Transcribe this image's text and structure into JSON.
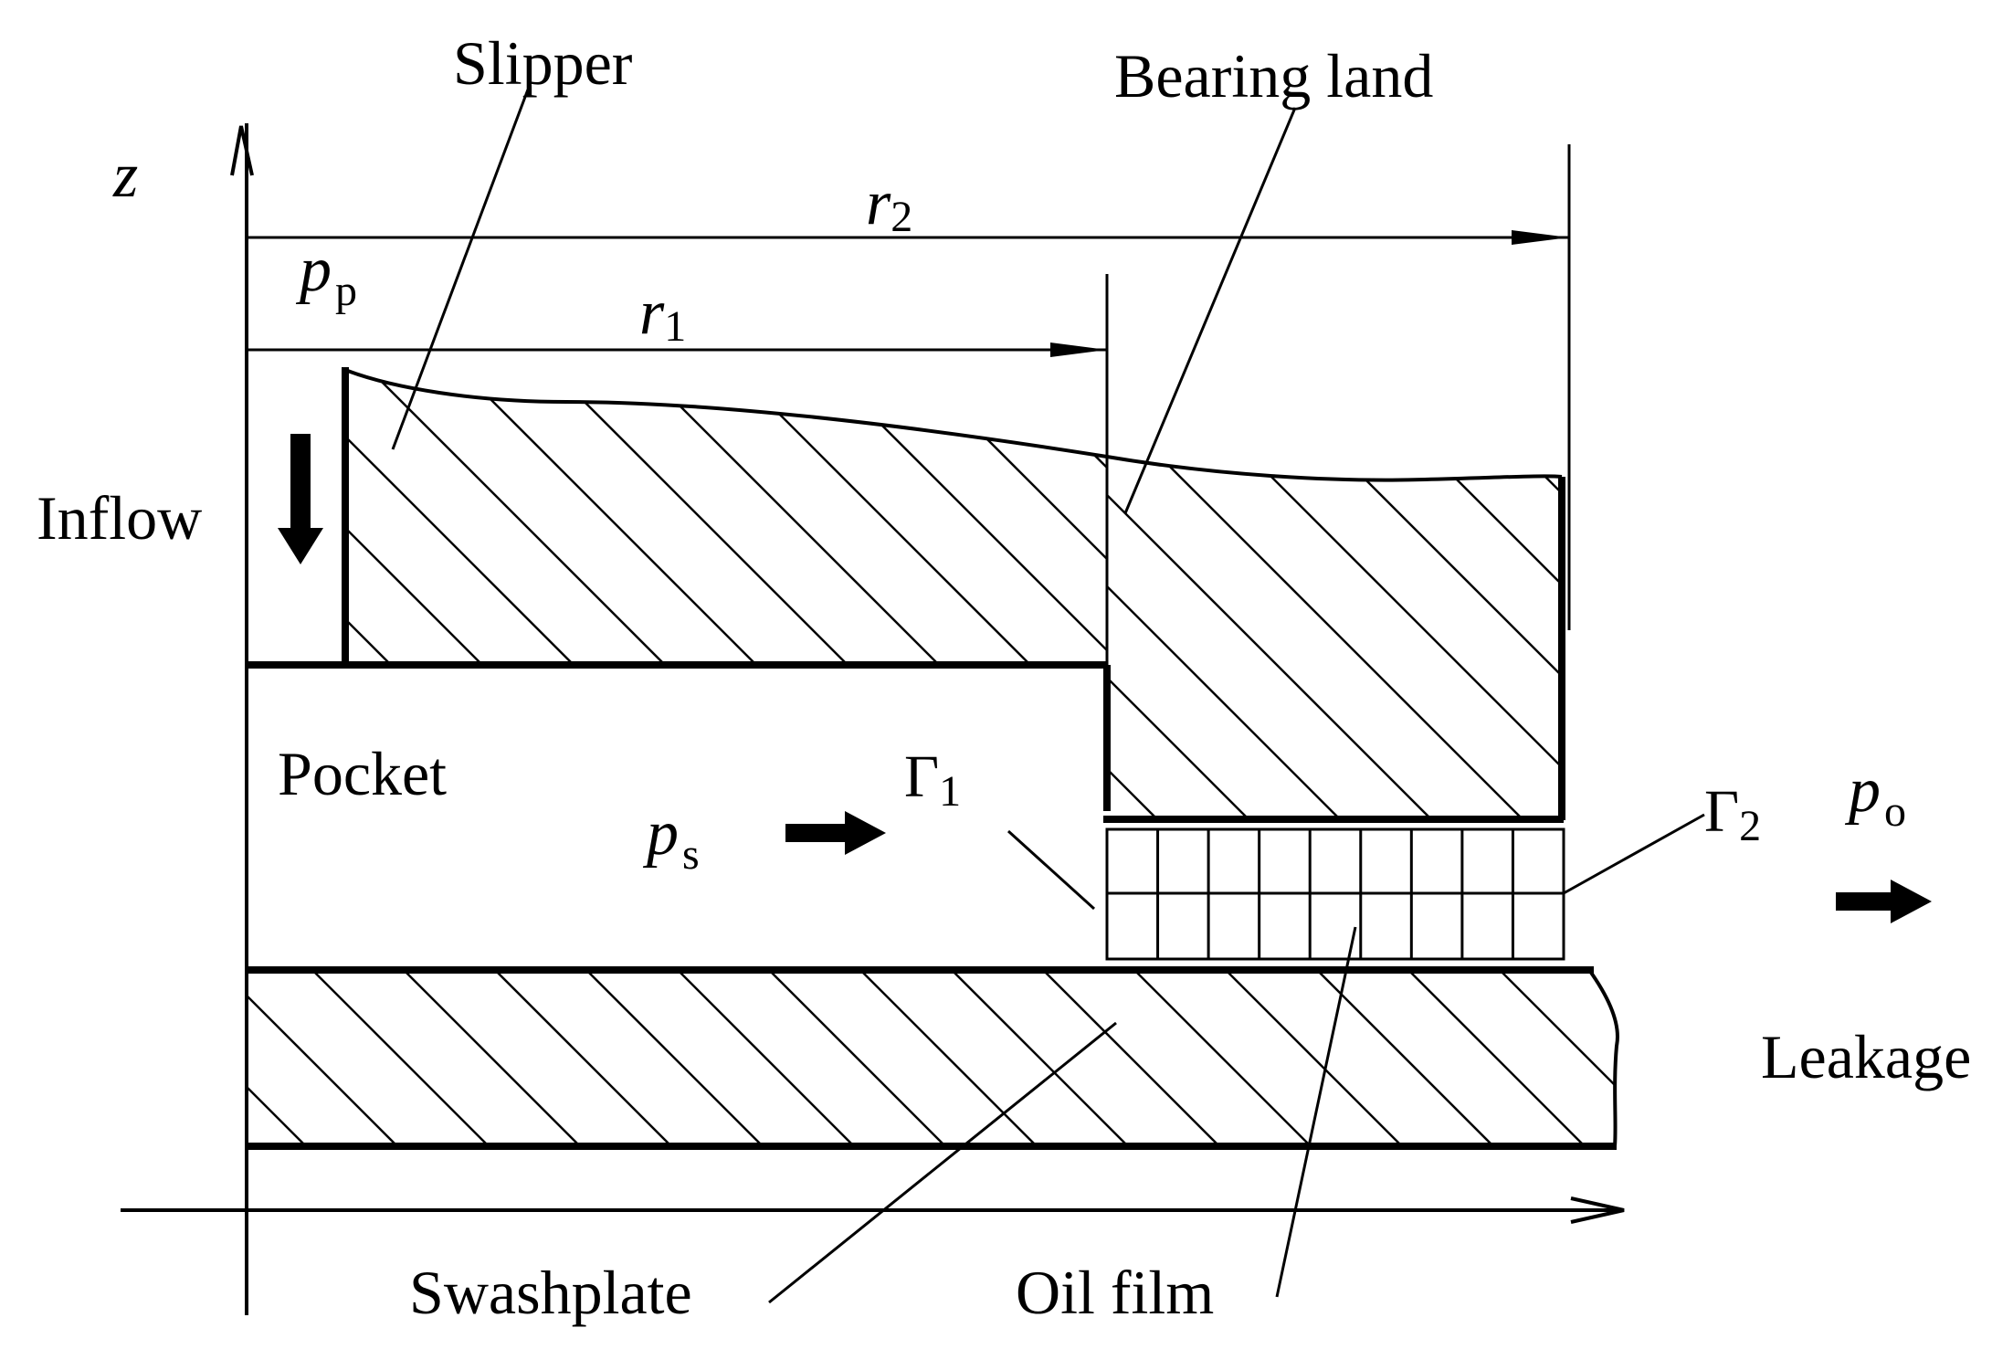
{
  "labels": {
    "slipper": "Slipper",
    "bearing_land": "Bearing land",
    "inflow": "Inflow",
    "pocket": "Pocket",
    "leakage": "Leakage",
    "swashplate": "Swashplate",
    "oil_film": "Oil film"
  },
  "symbols": {
    "z_axis": "z",
    "r2": {
      "base": "r",
      "sub": "2"
    },
    "r1": {
      "base": "r",
      "sub": "1"
    },
    "p_p": {
      "base": "p",
      "sub": "p"
    },
    "p_s": {
      "base": "p",
      "sub": "s"
    },
    "p_o": {
      "base": "p",
      "sub": "o"
    },
    "gamma1": {
      "base": "Γ",
      "sub": "1"
    },
    "gamma2": {
      "base": "Γ",
      "sub": "2"
    }
  }
}
